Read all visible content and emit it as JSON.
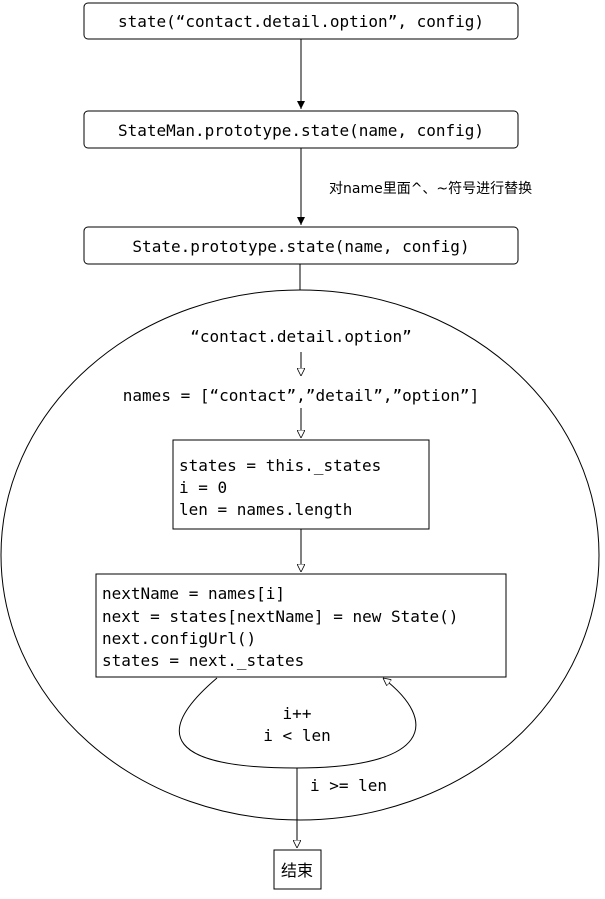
{
  "nodes": {
    "call_state": "state(“contact.detail.option”, config)",
    "stateman_state": "StateMan.prototype.state(name, config)",
    "state_proto_state": "State.prototype.state(name, config)",
    "end": "结束"
  },
  "edge_labels": {
    "replace_note": "对name里面^、~符号进行替换",
    "loop_body": [
      "i++",
      "i < len"
    ],
    "exit_condition": "i >= len"
  },
  "loop": {
    "input_string": "“contact.detail.option”",
    "names_array": "names = [“contact”,”detail”,”option”]",
    "init_block": [
      "states = this._states",
      "i = 0",
      "len = names.length"
    ],
    "body_block": [
      "nextName = names[i]",
      "next = states[nextName] = new State()",
      "next.configUrl()",
      "states = next._states"
    ]
  }
}
